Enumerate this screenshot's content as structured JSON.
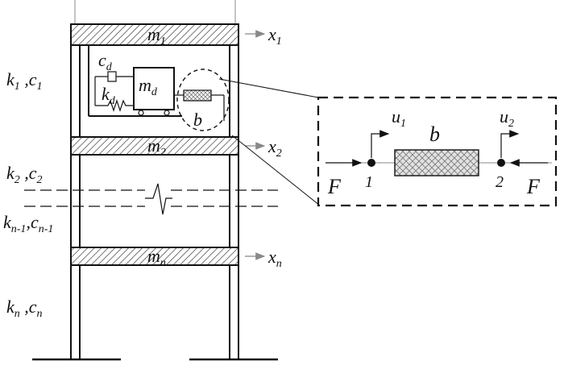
{
  "masses": {
    "m1": {
      "base": "m",
      "sub": "1"
    },
    "m2": {
      "base": "m",
      "sub": "2"
    },
    "mn": {
      "base": "m",
      "sub": "n"
    },
    "md": {
      "base": "m",
      "sub": "d"
    }
  },
  "displacements": {
    "x1": {
      "base": "x",
      "sub": "1"
    },
    "x2": {
      "base": "x",
      "sub": "2"
    },
    "xn": {
      "base": "x",
      "sub": "n"
    }
  },
  "story_properties": {
    "s1": {
      "k": "k",
      "ksub": "1",
      "c": "c",
      "csub": "1",
      "sep": " ,"
    },
    "s2": {
      "k": "k",
      "ksub": "2",
      "c": "c",
      "csub": "2",
      "sep": " ,"
    },
    "sn1": {
      "k": "k",
      "ksub": "n-1",
      "c": "c",
      "csub": "n-1",
      "sep": ","
    },
    "sn": {
      "k": "k",
      "ksub": "n",
      "c": "c",
      "csub": "n",
      "sep": " ,"
    }
  },
  "damper": {
    "cd": {
      "base": "c",
      "sub": "d"
    },
    "kd": {
      "base": "k",
      "sub": "d"
    },
    "element_label": "b"
  },
  "detail": {
    "element_label": "b",
    "force_left": "F",
    "force_right": "F",
    "node_left": "1",
    "node_right": "2",
    "u1": {
      "base": "u",
      "sub": "1"
    },
    "u2": {
      "base": "u",
      "sub": "2"
    }
  },
  "colors": {
    "line": "#111111",
    "hatch": "#555555",
    "element_fill": "#dcdcdc"
  }
}
